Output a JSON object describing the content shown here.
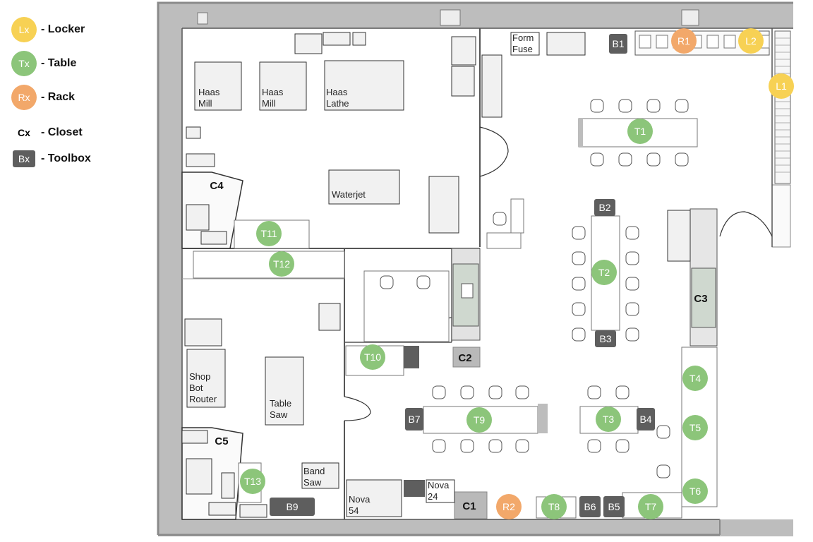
{
  "legend": [
    {
      "symbol": "Lx",
      "text": "- Locker",
      "kind": "circle",
      "color": "#f7d154"
    },
    {
      "symbol": "Tx",
      "text": "- Table",
      "kind": "circle",
      "color": "#8cc57a"
    },
    {
      "symbol": "Rx",
      "text": "- Rack",
      "kind": "circle",
      "color": "#f2a86a"
    },
    {
      "symbol": "Cx",
      "text": "- Closet",
      "kind": "plain",
      "color": "#000000"
    },
    {
      "symbol": "Bx",
      "text": "- Toolbox",
      "kind": "square",
      "color": "#5e5e5e"
    }
  ],
  "colors": {
    "wall": "#8a8a8a",
    "equipment_fill": "#f1f1f1",
    "equipment_stroke": "#333333",
    "locker": "#f7d154",
    "table": "#8cc57a",
    "rack": "#f2a86a",
    "toolbox": "#5e5e5e",
    "closet_fill": "#b9b9b9"
  },
  "equipment_labels": {
    "haas_mill_1": [
      "Haas",
      "Mill"
    ],
    "haas_mill_2": [
      "Haas",
      "Mill"
    ],
    "haas_lathe": [
      "Haas",
      "Lathe"
    ],
    "waterjet": [
      "Waterjet"
    ],
    "form_fuse": [
      "Form",
      "Fuse"
    ],
    "shopbot": [
      "Shop",
      "Bot",
      "Router"
    ],
    "table_saw": [
      "Table",
      "Saw"
    ],
    "band_saw": [
      "Band",
      "Saw"
    ],
    "nova54": [
      "Nova",
      "54"
    ],
    "nova24": [
      "Nova",
      "24"
    ]
  },
  "lockers": [
    "L1",
    "L2"
  ],
  "racks": [
    "R1",
    "R2"
  ],
  "tables": [
    "T1",
    "T2",
    "T3",
    "T4",
    "T5",
    "T6",
    "T7",
    "T8",
    "T9",
    "T10",
    "T11",
    "T12",
    "T13"
  ],
  "toolboxes": [
    "B1",
    "B2",
    "B3",
    "B4",
    "B5",
    "B6",
    "B7",
    "B9"
  ],
  "closets": [
    "C1",
    "C2",
    "C3",
    "C4",
    "C5"
  ]
}
